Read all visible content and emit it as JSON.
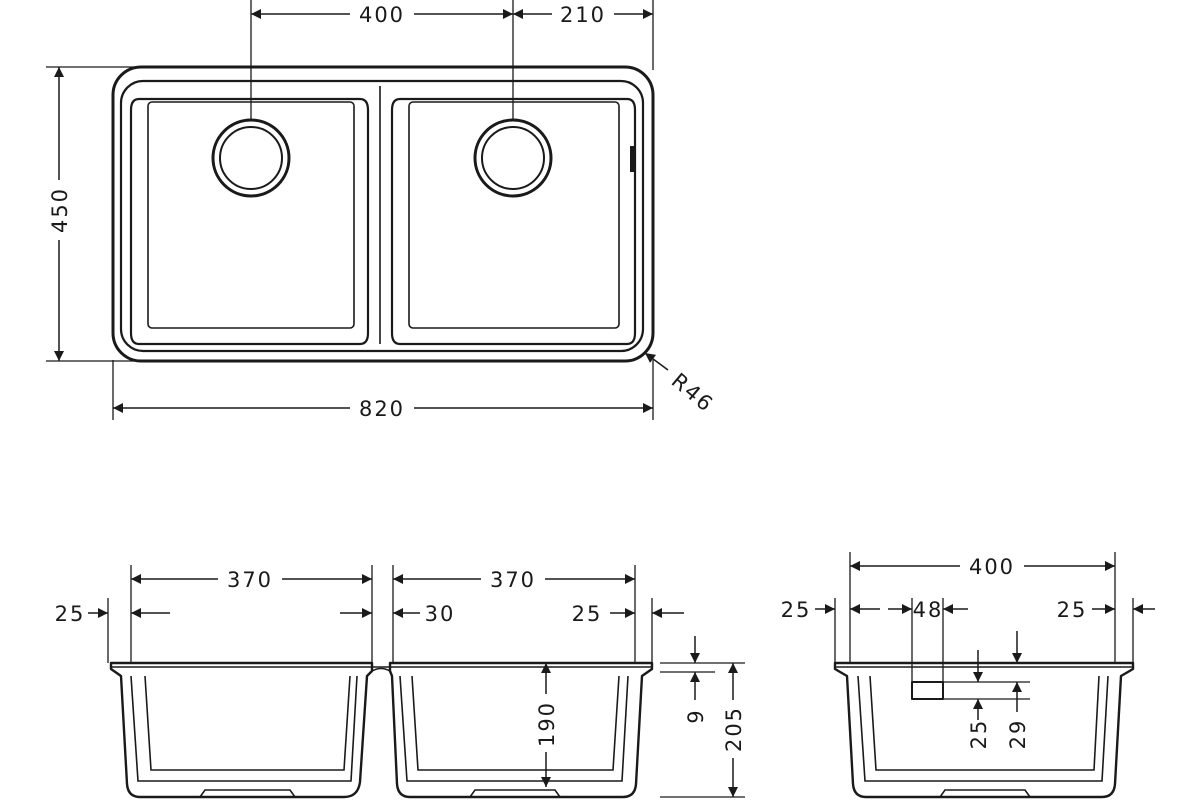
{
  "drawing": {
    "top_view": {
      "bowl_spacing": "400",
      "right_drain_offset": "210",
      "overall_depth": "450",
      "overall_width": "820",
      "corner_radius": "R46"
    },
    "front_view": {
      "left_bowl_width": "370",
      "right_bowl_width": "370",
      "left_rim": "25",
      "divider_gap": "30",
      "right_inner_rim": "25",
      "bowl_depth": "190",
      "rim_thickness": "9",
      "overall_height": "205"
    },
    "side_view": {
      "overall_depth": "400",
      "left_rim": "25",
      "overflow_width": "48",
      "right_rim": "25",
      "overflow_bottom": "25",
      "overflow_top": "29"
    }
  }
}
